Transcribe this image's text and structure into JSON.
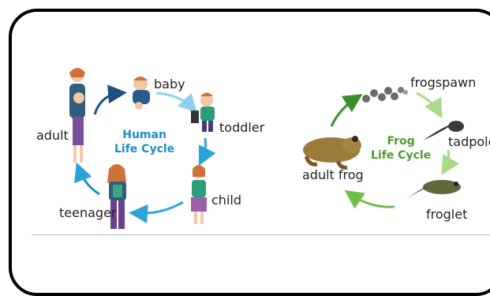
{
  "human_cycle": {
    "title_line1": "Human",
    "title_line2": "Life Cycle",
    "stages": [
      "baby",
      "toddler",
      "child",
      "teenager",
      "adult"
    ],
    "title_color": "#1a8fc4"
  },
  "frog_cycle": {
    "title_line1": "Frog",
    "title_line2": "Life Cycle",
    "stages": [
      "frogspawn",
      "tadpole",
      "froglet",
      "adult frog"
    ],
    "title_color": "#4f9a2e"
  }
}
